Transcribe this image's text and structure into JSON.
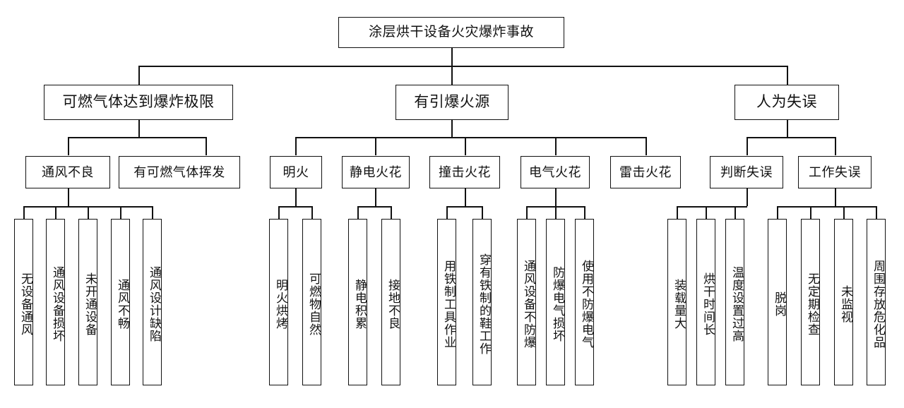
{
  "diagram": {
    "type": "fault-tree",
    "title": "涂层烘干设备火灾爆炸事故",
    "colors": {
      "line": "#111111",
      "box_fill": "#ffffff",
      "text": "#111111"
    },
    "top_event": {
      "label": "涂层烘干设备火灾爆炸事故"
    },
    "level2": [
      {
        "label": "可燃气体达到爆炸极限"
      },
      {
        "label": "有引爆火源"
      },
      {
        "label": "人为失误"
      }
    ],
    "level3": [
      {
        "label": "通风不良"
      },
      {
        "label": "有可燃气体挥发"
      },
      {
        "label": "明火"
      },
      {
        "label": "静电火花"
      },
      {
        "label": "撞击火花"
      },
      {
        "label": "电气火花"
      },
      {
        "label": "雷击火花"
      },
      {
        "label": "判断失误"
      },
      {
        "label": "工作失误"
      }
    ],
    "leaves": [
      {
        "label": "无设备通风"
      },
      {
        "label": "通风设备损坏"
      },
      {
        "label": "未开通设备"
      },
      {
        "label": "通风不畅"
      },
      {
        "label": "通风设计缺陷"
      },
      {
        "label": "明火烘烤"
      },
      {
        "label": "可燃物自然"
      },
      {
        "label": "静电积累"
      },
      {
        "label": "接地不良"
      },
      {
        "label": "用铁制工具作业"
      },
      {
        "label": "穿有铁制的鞋工作"
      },
      {
        "label": "通风设备不防爆"
      },
      {
        "label": "防爆电气损坏"
      },
      {
        "label": "使用不防爆电气"
      },
      {
        "label": "装载量大"
      },
      {
        "label": "烘干时间长"
      },
      {
        "label": "温度设置过高"
      },
      {
        "label": "脱岗"
      },
      {
        "label": "无定期检查"
      },
      {
        "label": "未监视"
      },
      {
        "label": "周围存放危化品"
      }
    ]
  }
}
